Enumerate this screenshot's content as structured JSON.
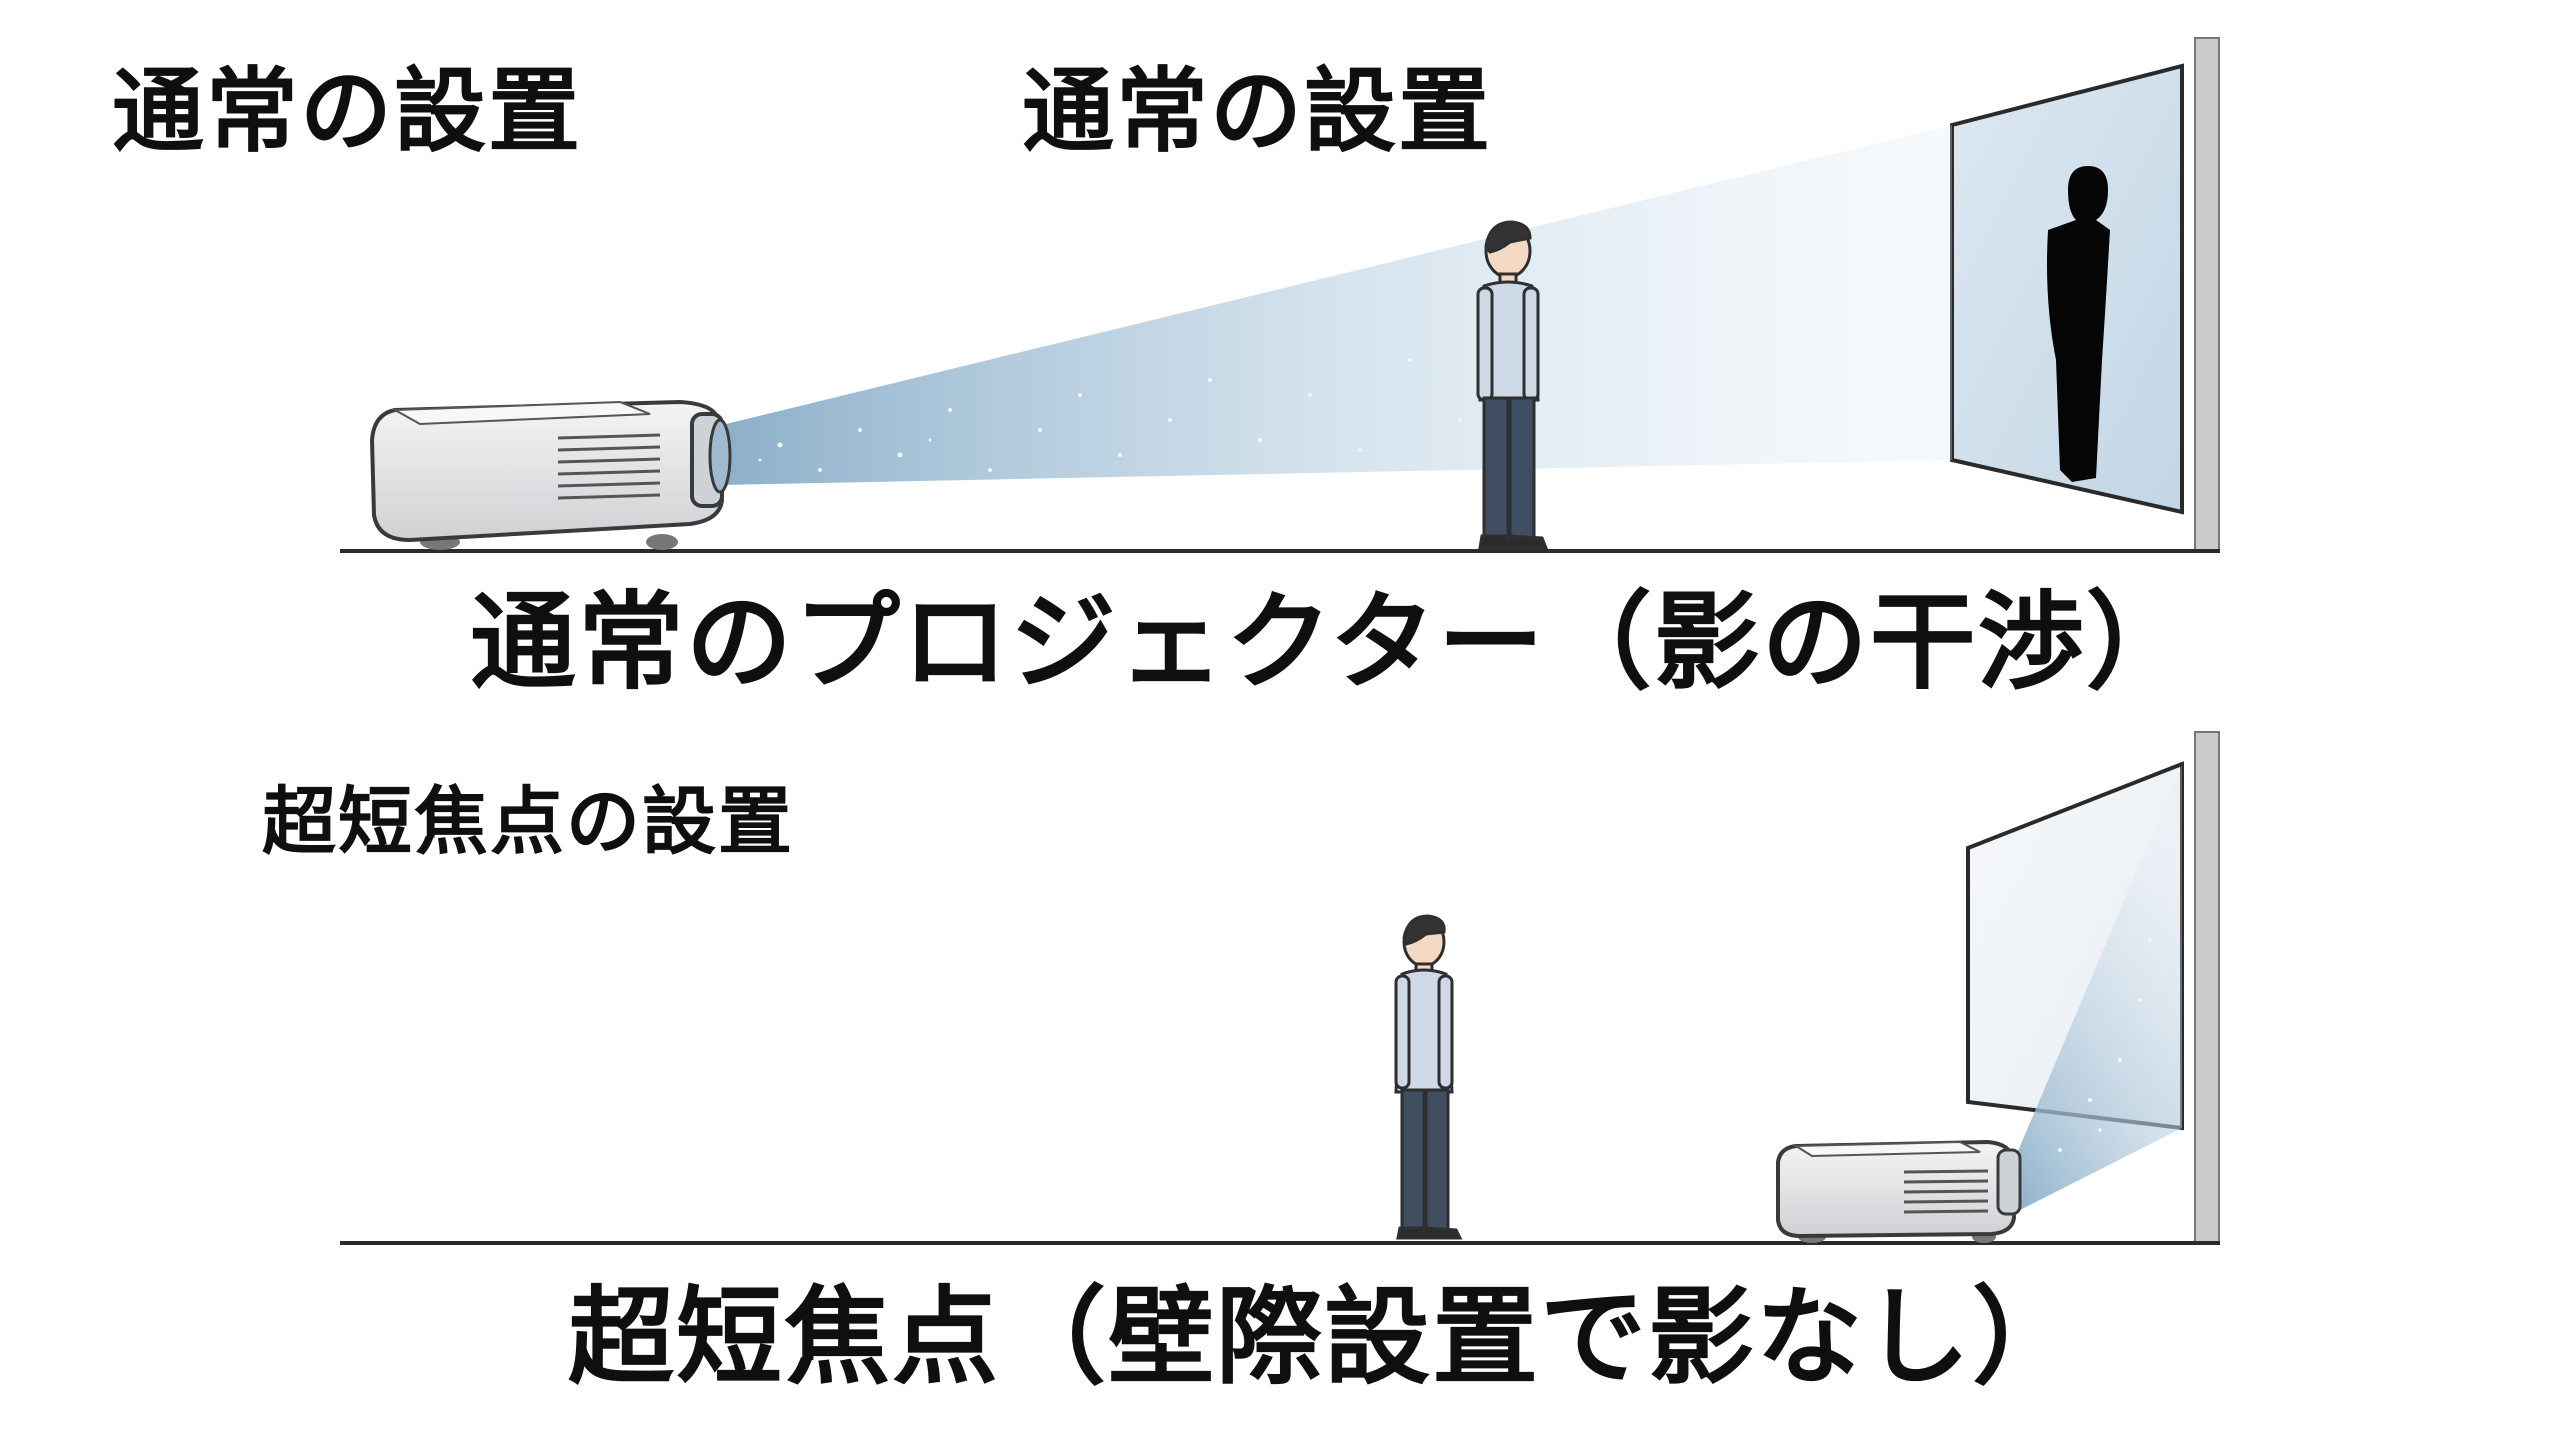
{
  "top_panel": {
    "label_left": "通常の設置",
    "label_center": "通常の設置",
    "caption": "通常のプロジェクター（影の干渉）"
  },
  "bottom_panel": {
    "label": "超短焦点の設置",
    "caption": "超短焦点（壁際設置で影なし）"
  },
  "colors": {
    "text": "#0f0f0f",
    "beam": "#9bbdd6",
    "screen": "#cfe0ee",
    "shadow": "#050505",
    "person_shirt": "#cdd9e6",
    "person_pants": "#3f4e60",
    "projector_body": "#e6e7e9",
    "wall": "#c8c8c8",
    "floor": "#333333"
  }
}
